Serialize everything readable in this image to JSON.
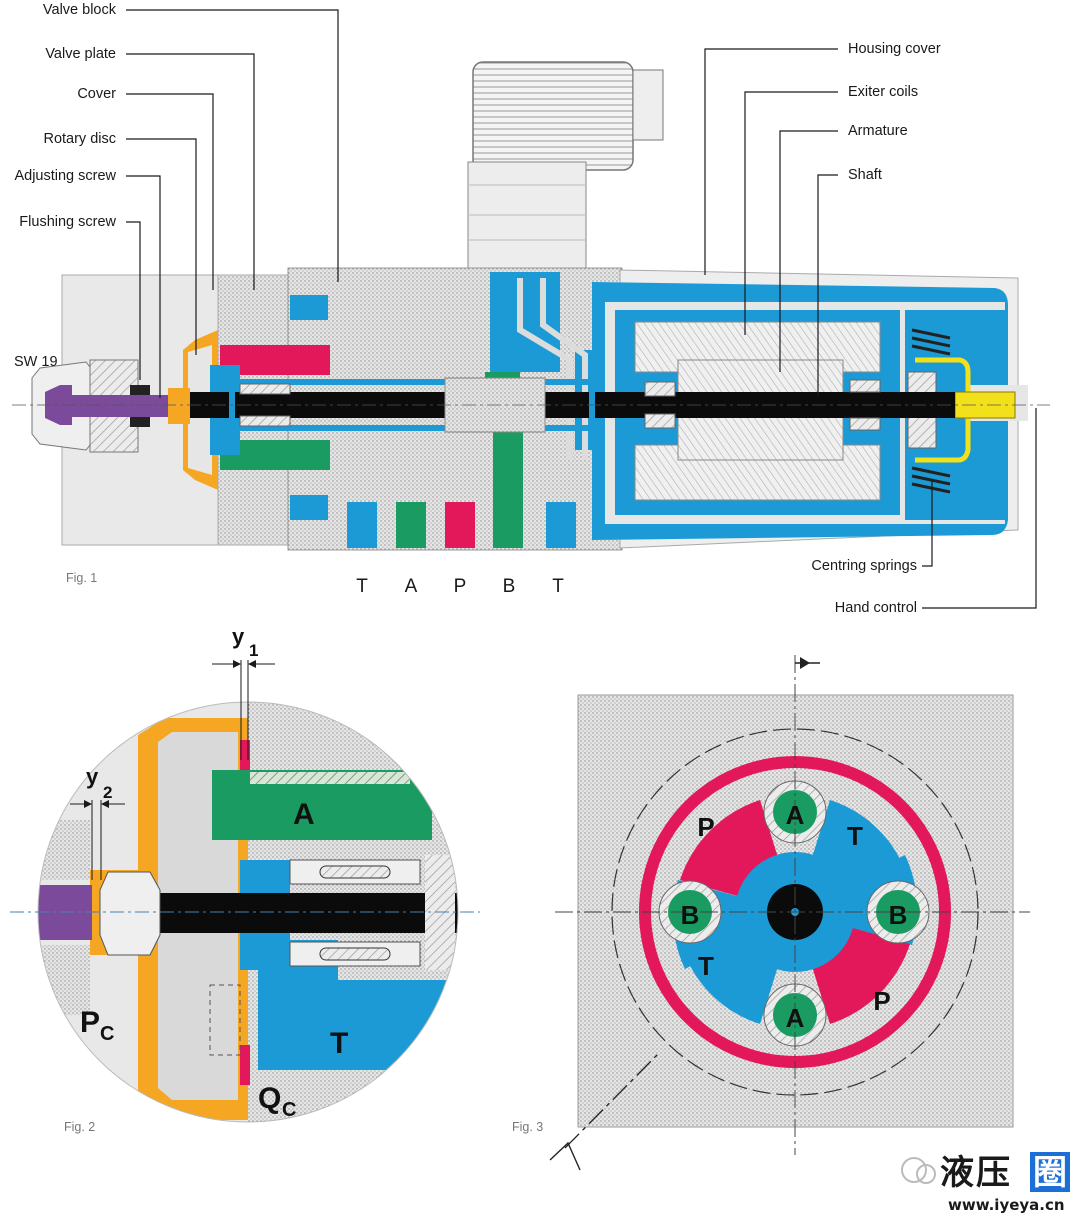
{
  "fig1": {
    "caption": "Fig. 1",
    "left_labels": [
      "Valve block",
      "Valve plate",
      "Cover",
      "Rotary disc",
      "Adjusting screw",
      "Flushing screw"
    ],
    "right_labels": [
      "Housing cover",
      "Exiter coils",
      "Armature",
      "Shaft"
    ],
    "bottom_right_labels": [
      "Centring springs",
      "Hand control"
    ],
    "wrench_label": "SW 19",
    "ports": [
      "T",
      "A",
      "P",
      "B",
      "T"
    ]
  },
  "fig2": {
    "caption": "Fig. 2",
    "y1": "y",
    "y1_sub": "1",
    "y2": "y",
    "y2_sub": "2",
    "port_a": "A",
    "port_t": "T",
    "pc": "P",
    "pc_sub": "C",
    "qc": "Q",
    "qc_sub": "C"
  },
  "fig3": {
    "caption": "Fig. 3",
    "ports": [
      "A",
      "A",
      "B",
      "B",
      "P",
      "P",
      "T",
      "T"
    ]
  },
  "watermark": {
    "chars": [
      "液",
      "压",
      "圈"
    ],
    "url": "www.iyeya.cn"
  },
  "colors": {
    "blue": "#1b9ad6",
    "red": "#e2185b",
    "green": "#1a9b62",
    "orange": "#f5a623",
    "purple": "#7b4a9b",
    "yellow": "#f2e01b",
    "gray": "#dcdcdc",
    "speckle": "#cfcfcf"
  }
}
